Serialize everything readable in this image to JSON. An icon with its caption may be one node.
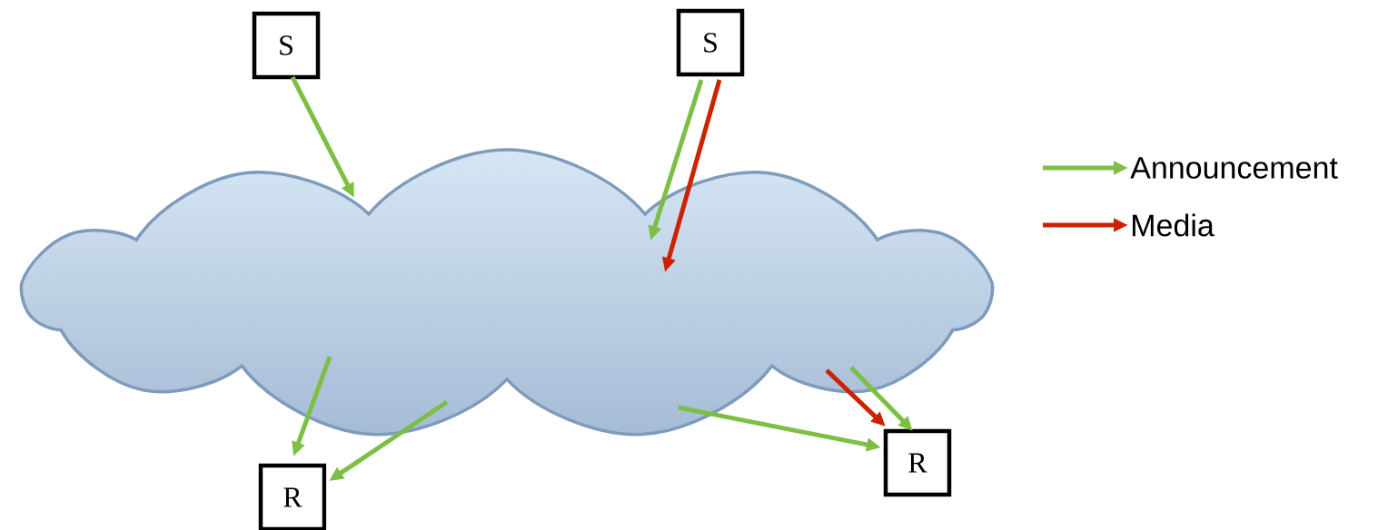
{
  "diagram": {
    "nodes": [
      {
        "text": [],
        "shape": "cloud"
      },
      {
        "text": [
          "S"
        ]
      },
      {
        "text": [
          "S"
        ]
      },
      {
        "text": [
          "R"
        ]
      },
      {
        "text": [
          "R"
        ]
      }
    ],
    "edges": [
      {
        "from": 1,
        "to": 0,
        "arrow": "to"
      },
      {
        "from": 2,
        "to": 0,
        "arrow": "to"
      },
      {
        "from": 2,
        "to": 0,
        "arrow": "to",
        "color": "#cc2200"
      },
      {
        "from": 0,
        "to": 3,
        "arrow": "to"
      },
      {
        "from": 0,
        "to": 3,
        "arrow": "to"
      },
      {
        "from": 0,
        "to": 4,
        "arrow": "to",
        "color": "#cc2200"
      },
      {
        "from": 0,
        "to": 4,
        "arrow": "to"
      },
      {
        "from": 0,
        "to": 4,
        "arrow": "to"
      }
    ],
    "legend": [
      {
        "text": "Announcement"
      },
      {
        "text": "Media"
      }
    ]
  }
}
